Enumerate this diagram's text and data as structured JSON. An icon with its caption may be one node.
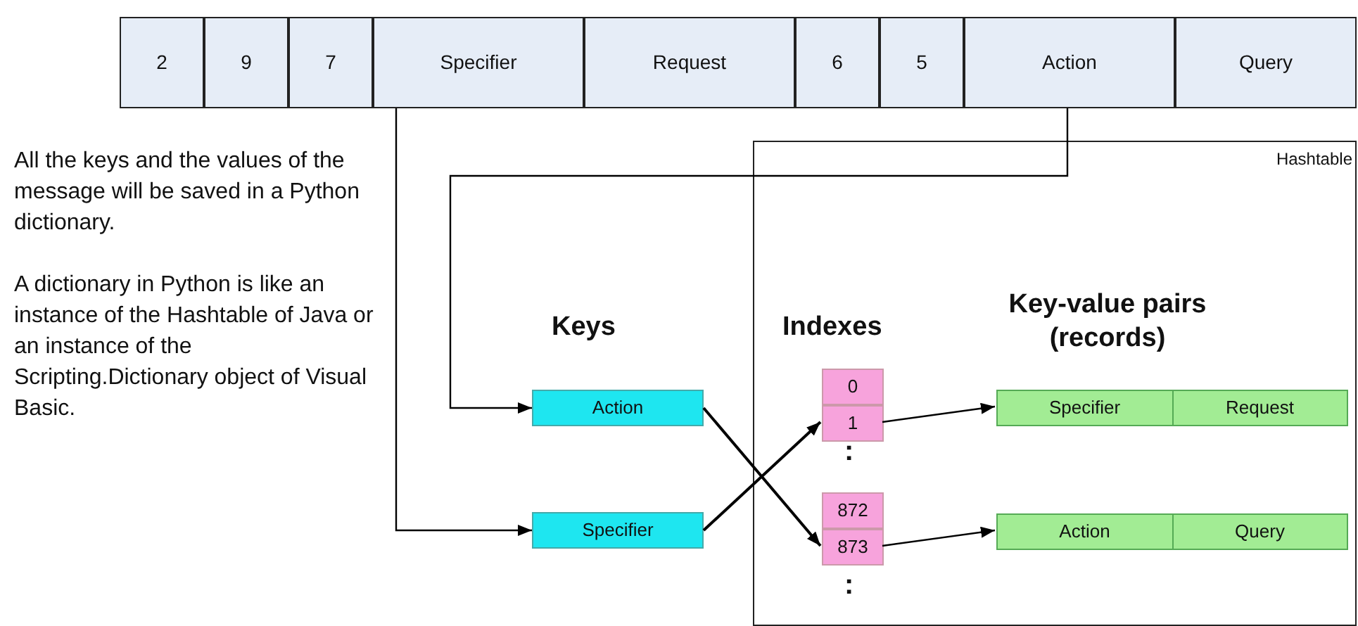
{
  "diagram": {
    "nodes": [
      {
        "text": [
          "2"
        ]
      },
      {
        "text": [
          "9"
        ]
      },
      {
        "text": [
          "7"
        ]
      },
      {
        "text": [
          "Specifier"
        ]
      },
      {
        "text": [
          "Request"
        ]
      },
      {
        "text": [
          "6"
        ]
      },
      {
        "text": [
          "5"
        ]
      },
      {
        "text": [
          "Action"
        ]
      },
      {
        "text": [
          "Query"
        ]
      },
      {
        "text": [
          "Hashtable"
        ]
      },
      {
        "text": [
          "Action"
        ]
      },
      {
        "text": [
          "Specifier"
        ]
      },
      {
        "text": [
          "0"
        ],
        "in": 9
      },
      {
        "text": [
          "1"
        ],
        "in": 9
      },
      {
        "text": [
          "872"
        ],
        "in": 9
      },
      {
        "text": [
          "873"
        ],
        "in": 9
      },
      {
        "text": [
          "Specifier",
          "Request"
        ],
        "in": 9
      },
      {
        "text": [
          "Action",
          "Query"
        ],
        "in": 9
      }
    ],
    "edges": [
      {
        "from": 7,
        "to": 10,
        "arrow": "to"
      },
      {
        "from": 3,
        "to": 11,
        "arrow": "to"
      },
      {
        "from": 10,
        "to": 15,
        "arrow": "to"
      },
      {
        "from": 11,
        "to": 13,
        "arrow": "to"
      },
      {
        "from": 13,
        "to": 16,
        "arrow": "to"
      },
      {
        "from": 15,
        "to": 17,
        "arrow": "to"
      }
    ],
    "labels": [
      "All the keys and the values of the message will be saved in a Python dictionary.",
      "A dictionary in Python is like an instance of the Hashtable of Java or an instance of the Scripting.Dictionary object of Visual Basic.",
      "Keys",
      "Indexes",
      "Key-value pairs (records)",
      ":",
      ":"
    ]
  }
}
